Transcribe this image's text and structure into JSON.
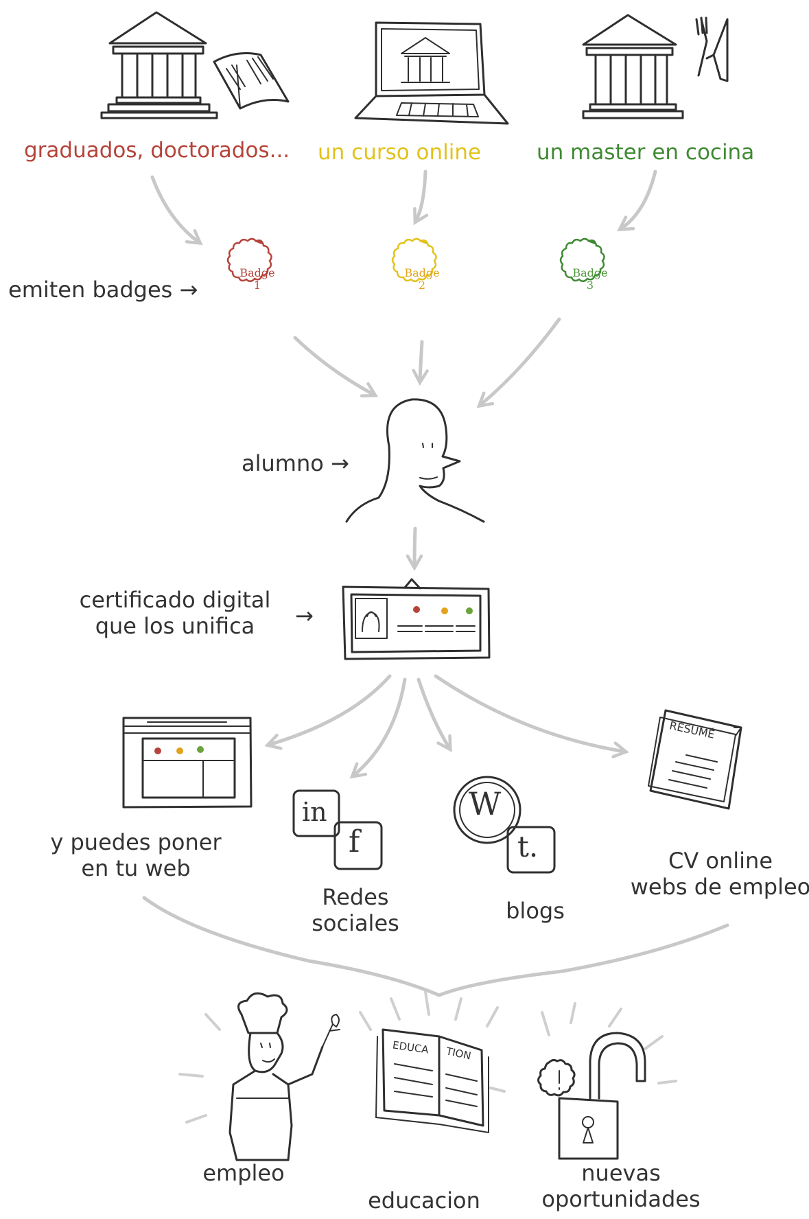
{
  "sources": [
    {
      "label": "graduados, doctorados...",
      "color": "#b5443a",
      "icon": "university-with-book-icon"
    },
    {
      "label": "un curso online",
      "color": "#e2c21c",
      "icon": "laptop-university-icon"
    },
    {
      "label": "un master en cocina",
      "color": "#3f8a33",
      "icon": "university-with-utensils-icon"
    }
  ],
  "emit_label": "emiten badges",
  "badges": [
    {
      "line1": "Badge",
      "line2": "1",
      "color": "#b5443a"
    },
    {
      "line1": "Badge",
      "line2": "2",
      "color": "#e2c21c"
    },
    {
      "line1": "Badge",
      "line2": "3",
      "color": "#3f8a33"
    }
  ],
  "student_label": "alumno",
  "certificate_label": [
    "certificado digital",
    "que los unifica"
  ],
  "outputs": {
    "web": [
      "y puedes poner",
      "en tu web"
    ],
    "social": [
      "Redes",
      "sociales"
    ],
    "social_icons": [
      "in",
      "f"
    ],
    "blogs": "blogs",
    "blog_icons": [
      "W",
      "t."
    ],
    "cv": [
      "CV online",
      "webs de empleo"
    ],
    "resume_text": "RESUMÉ"
  },
  "results": {
    "employment": "empleo",
    "education": "educacion",
    "education_book": [
      "EDUCA",
      "TION"
    ],
    "opportunities": [
      "nuevas",
      "oportunidades"
    ]
  },
  "arrow_glyph": "→"
}
